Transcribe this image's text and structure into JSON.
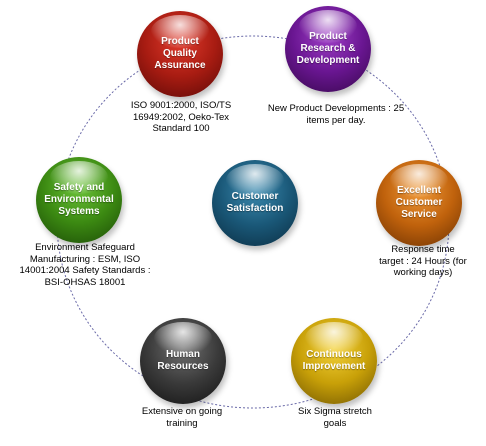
{
  "diagram": {
    "center": {
      "label": "Customer\nSatisfaction",
      "color": "#1a5878"
    },
    "nodes": [
      {
        "id": "quality",
        "label": "Product\nQuality\nAssurance",
        "color": "#a81c12",
        "description": "ISO 9001:2000, ISO/TS\n16949:2002, Oeko-Tex\nStandard 100"
      },
      {
        "id": "research",
        "label": "Product\nResearch &\nDevelopment",
        "color": "#6a1692",
        "description": "New Product Developments : 25\nitems per day."
      },
      {
        "id": "service",
        "label": "Excellent\nCustomer\nService",
        "color": "#c0620c",
        "description": "Response time\ntarget : 24 Hours (for\nworking days)"
      },
      {
        "id": "improve",
        "label": "Continuous\nImprovement",
        "color": "#c8a008",
        "description": "Six Sigma stretch\ngoals"
      },
      {
        "id": "hr",
        "label": "Human\nResources",
        "color": "#3a3a3a",
        "description": "Extensive on going\ntraining"
      },
      {
        "id": "safety",
        "label": "Safety and\nEnvironmental\nSystems",
        "color": "#3c8a12",
        "description": "Environment Safeguard\nManufacturing : ESM, ISO\n14001:2004 Safety Standards :\nBSI-OHSAS 18001"
      }
    ]
  }
}
